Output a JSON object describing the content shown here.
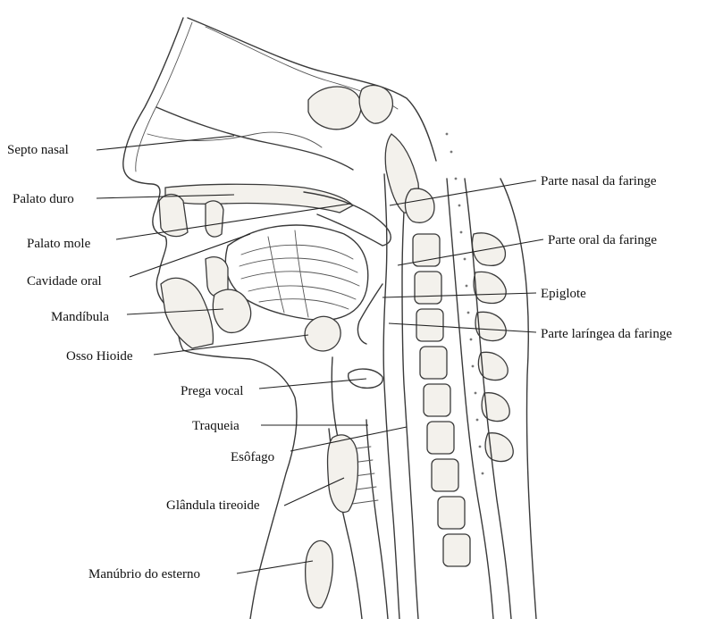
{
  "labels": {
    "septo_nasal": "Septo nasal",
    "palato_duro": "Palato duro",
    "palato_mole": "Palato mole",
    "cavidade_oral": "Cavidade oral",
    "mandibula": "Mandíbula",
    "osso_hioide": "Osso Hioide",
    "prega_vocal": "Prega vocal",
    "traqueia": "Traqueia",
    "esofago": "Esôfago",
    "glandula_tireoide": "Glândula tireoide",
    "manubrio_do_esterno": "Manúbrio do esterno",
    "parte_nasal_da_faringe": "Parte nasal da faringe",
    "parte_oral_da_faringe": "Parte oral da faringe",
    "epiglote": "Epiglote",
    "parte_laringea_da_faringe": "Parte laríngea da faringe"
  }
}
